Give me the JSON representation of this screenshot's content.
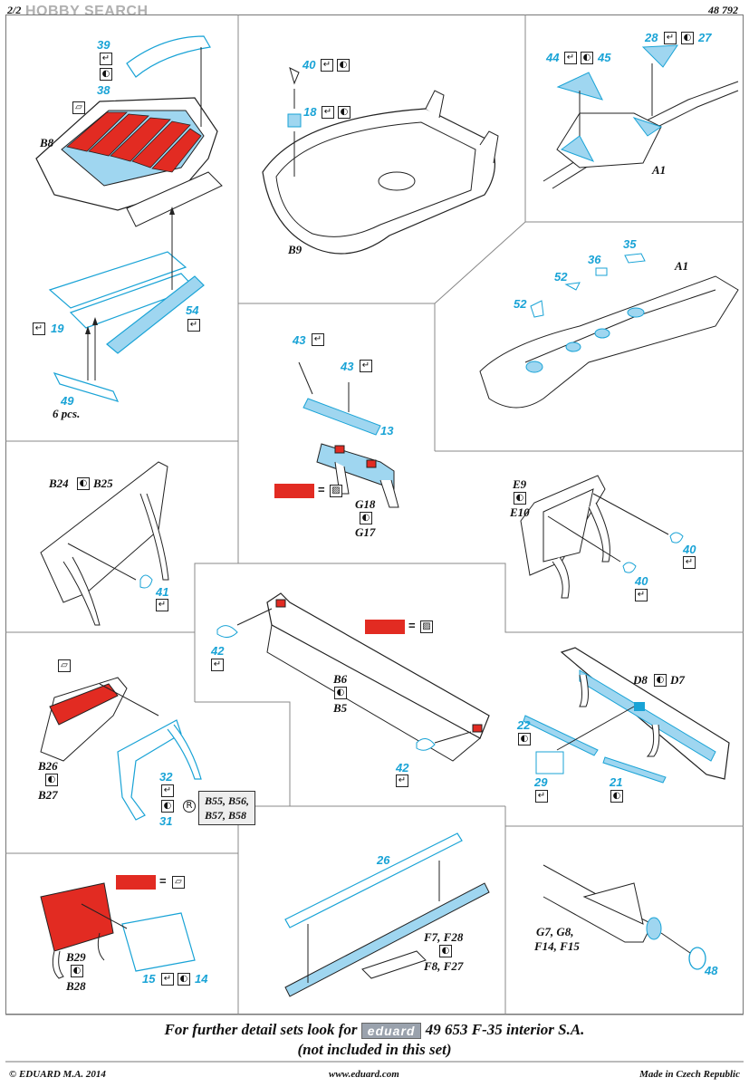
{
  "header": {
    "watermark": "HOBBY SEARCH",
    "page": "2/2",
    "set_number": "48 792"
  },
  "colors": {
    "part_blue": "#19a3d6",
    "fill_blue": "#9fd6f0",
    "red": "#e22b22"
  },
  "panels": {
    "p1": {
      "b8": "B8",
      "n39": "39",
      "n38": "38",
      "n19": "19",
      "n54": "54",
      "n49": "49",
      "pcs": "6 pcs."
    },
    "p2": {
      "n40": "40",
      "n18": "18",
      "b9": "B9"
    },
    "p3": {
      "n44": "44",
      "n45": "45",
      "n28": "28",
      "n27": "27",
      "a1": "A1"
    },
    "p4": {
      "n35": "35",
      "n36": "36",
      "n52a": "52",
      "n52b": "52",
      "a1": "A1"
    },
    "p5": {
      "n43a": "43",
      "n43b": "43",
      "n13": "13",
      "g18": "G18",
      "g17": "G17"
    },
    "p6": {
      "b24": "B24",
      "b25": "B25",
      "n41": "41"
    },
    "p7": {
      "e9": "E9",
      "e10": "E10",
      "n40a": "40",
      "n40b": "40"
    },
    "p8": {
      "n42a": "42",
      "n42b": "42",
      "b6": "B6",
      "b5": "B5"
    },
    "p9": {
      "b26": "B26",
      "b27": "B27",
      "n32": "32",
      "n31": "31",
      "ref_line1": "B55, B56,",
      "ref_line2": "B57, B58"
    },
    "p10": {
      "d8": "D8",
      "d7": "D7",
      "n22": "22",
      "n29": "29",
      "n21": "21"
    },
    "p11": {
      "b29": "B29",
      "b28": "B28",
      "n15": "15",
      "n14": "14"
    },
    "p12": {
      "n26": "26",
      "f7": "F7, F28",
      "f8": "F8, F27"
    },
    "p13": {
      "g7": "G7, G8,",
      "f14": "F14, F15",
      "n48": "48"
    }
  },
  "footer": {
    "note_prefix": "For further detail sets look for",
    "brand": "eduard",
    "note_suffix": "49 653 F-35 interior S.A.",
    "note_line2": "(not included in this set)",
    "copyright": "© EDUARD  M.A. 2014",
    "website": "www.eduard.com",
    "made_in": "Made in Czech Republic"
  }
}
